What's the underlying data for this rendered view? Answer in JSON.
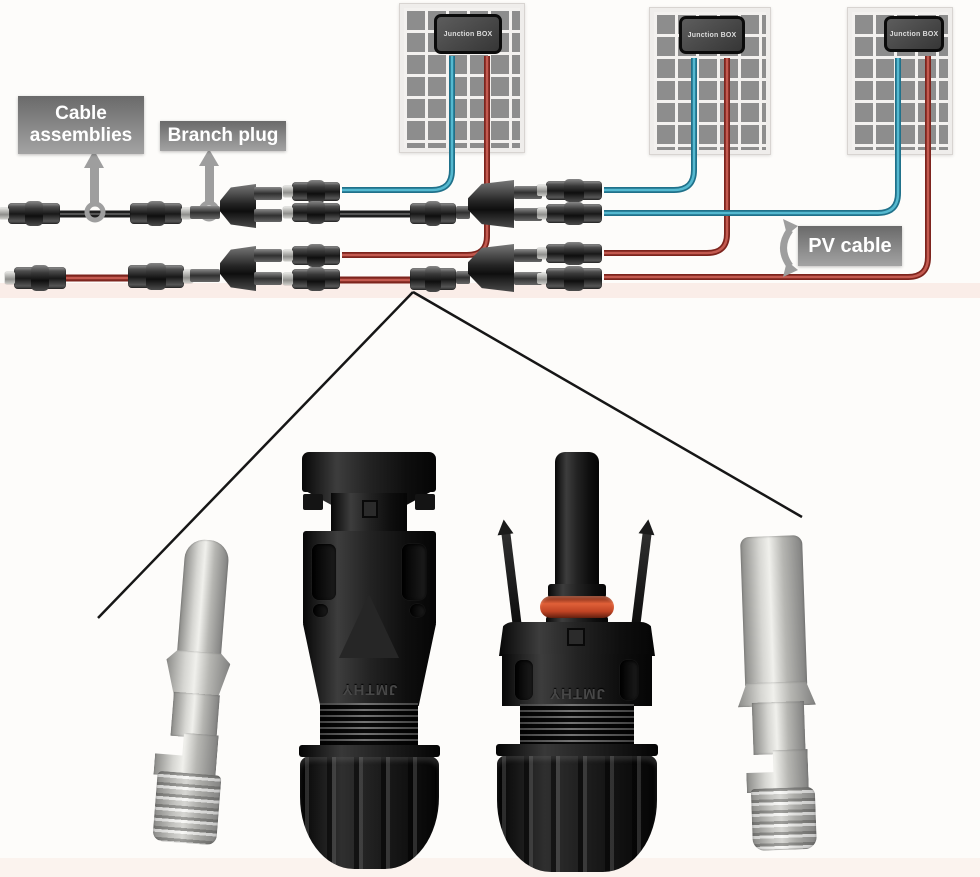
{
  "diagram": {
    "panels": [
      {
        "junction_box_label": "Junction BOX"
      },
      {
        "junction_box_label": "Junction BOX"
      },
      {
        "junction_box_label": "Junction BOX"
      }
    ],
    "callouts": {
      "cable_assemblies": "Cable assemblies",
      "branch_plug": "Branch plug",
      "pv_cable": "PV cable"
    },
    "colors": {
      "negative_cable_blue": "#2f9ab4",
      "positive_cable_red": "#9e2f27",
      "callout_box_gray": "#8b8b8b",
      "panel_cell_gray": "#8d8d8d"
    }
  },
  "product": {
    "connectors": [
      {
        "type": "female coupler",
        "marking": "JMTHY"
      },
      {
        "type": "male coupler",
        "marking": "JMTHY"
      }
    ],
    "oring_color": "#cf4a27"
  }
}
